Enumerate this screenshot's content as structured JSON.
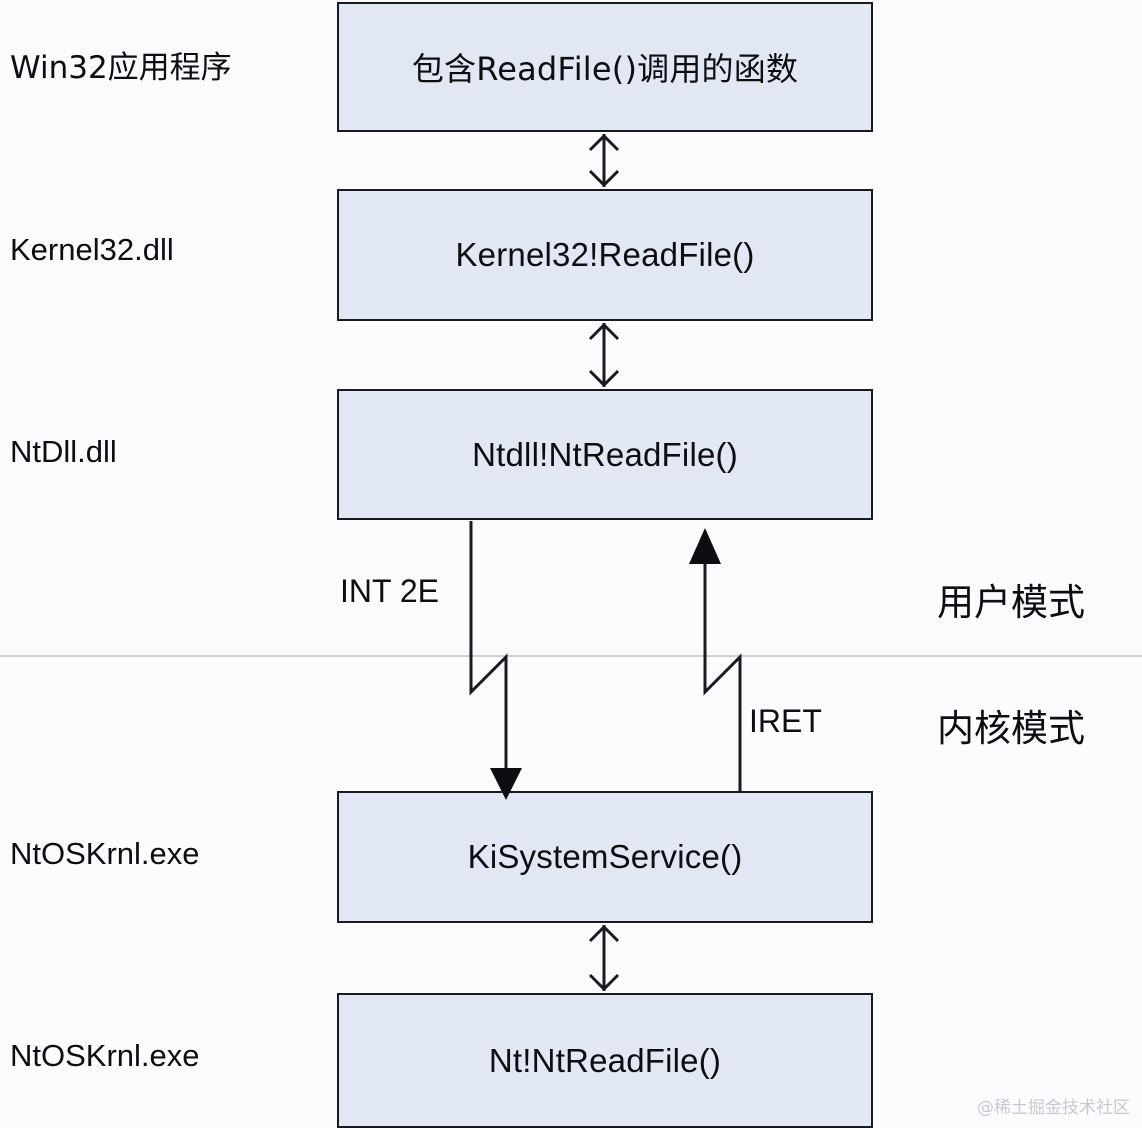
{
  "diagram": {
    "title": "Windows ReadFile system call path",
    "colors": {
      "box_fill": "#e1e7f3",
      "box_border": "#1a1a22",
      "divider": "#cfcfd6",
      "text": "#0d0d12",
      "watermark": "#c9c9d2"
    },
    "side_labels": [
      {
        "text": "Win32应用程序",
        "cjk": true
      },
      {
        "text": "Kernel32.dll",
        "cjk": false
      },
      {
        "text": "NtDll.dll",
        "cjk": false
      },
      {
        "text": "NtOSKrnl.exe",
        "cjk": false
      },
      {
        "text": "NtOSKrnl.exe",
        "cjk": false
      }
    ],
    "boxes": [
      {
        "text": "包含ReadFile()调用的函数",
        "cjk": true
      },
      {
        "text": "Kernel32!ReadFile()",
        "cjk": false
      },
      {
        "text": "Ntdll!NtReadFile()",
        "cjk": false
      },
      {
        "text": "KiSystemService()",
        "cjk": false
      },
      {
        "text": "Nt!NtReadFile()",
        "cjk": false
      }
    ],
    "mode_labels": [
      {
        "text": "用户模式"
      },
      {
        "text": "内核模式"
      }
    ],
    "arrow_labels": [
      {
        "text": "INT 2E"
      },
      {
        "text": "IRET"
      }
    ],
    "watermark": "@稀土掘金技术社区"
  }
}
